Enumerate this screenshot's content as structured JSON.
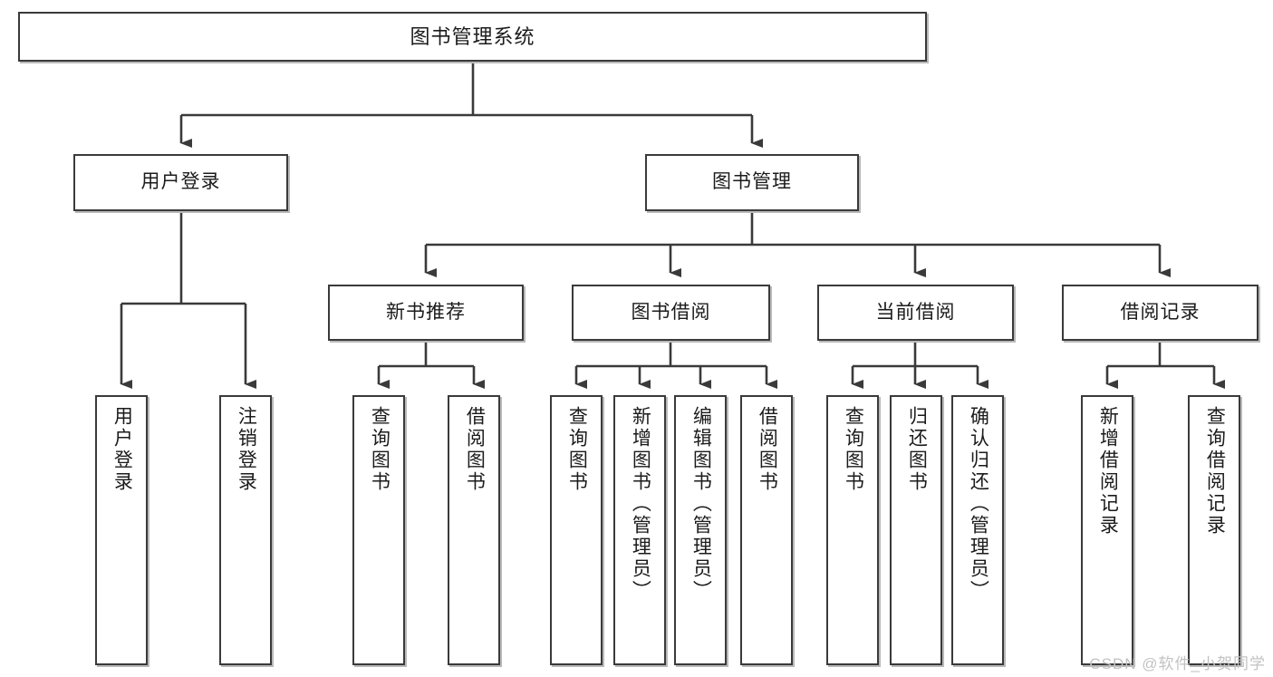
{
  "diagram": {
    "title": "图书管理系统",
    "type": "hierarchy-tree",
    "root": {
      "label": "图书管理系统"
    },
    "level2": [
      {
        "label": "用户登录"
      },
      {
        "label": "图书管理"
      }
    ],
    "level3": [
      {
        "label": "新书推荐"
      },
      {
        "label": "图书借阅"
      },
      {
        "label": "当前借阅"
      },
      {
        "label": "借阅记录"
      }
    ],
    "leaves": {
      "user_login": [
        {
          "label": "用户登录"
        },
        {
          "label": "注销登录"
        }
      ],
      "new_book_recommend": [
        {
          "label": "查询图书"
        },
        {
          "label": "借阅图书"
        }
      ],
      "book_borrow": [
        {
          "label": "查询图书"
        },
        {
          "label": "新增图书（管理员）"
        },
        {
          "label": "编辑图书（管理员）"
        },
        {
          "label": "借阅图书"
        }
      ],
      "current_borrow": [
        {
          "label": "查询图书"
        },
        {
          "label": "归还图书"
        },
        {
          "label": "确认归还（管理员）"
        }
      ],
      "borrow_record": [
        {
          "label": "新增借阅记录"
        },
        {
          "label": "查询借阅记录"
        }
      ]
    },
    "colors": {
      "box_border": "#3a3a3a",
      "box_fill": "#ffffff",
      "connector": "#3a3a3a",
      "text": "#1b1b1b",
      "watermark": "#c2c2c2"
    }
  },
  "watermark": {
    "text": "CSDN @软件_小贺同学"
  }
}
